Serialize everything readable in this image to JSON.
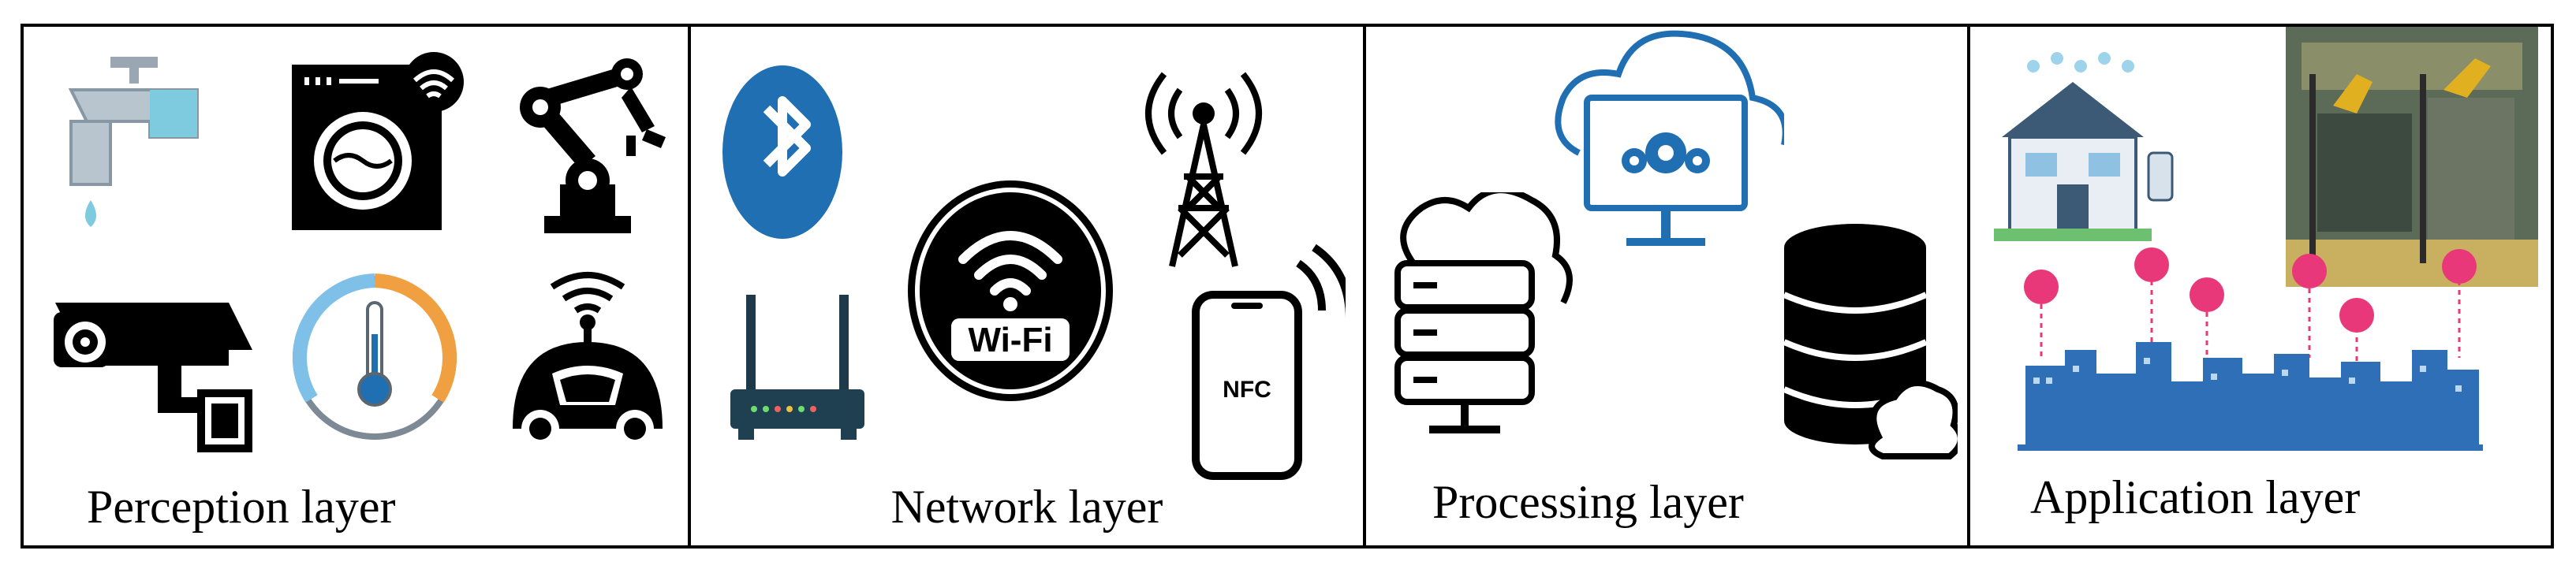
{
  "panels": [
    {
      "label": "Perception layer",
      "icons": [
        "faucet-icon",
        "washing-machine-icon",
        "robot-arm-icon",
        "security-camera-icon",
        "thermometer-gauge-icon",
        "autonomous-vehicle-icon"
      ]
    },
    {
      "label": "Network layer",
      "icons": [
        "bluetooth-icon",
        "cell-tower-icon",
        "wifi-icon",
        "router-icon",
        "nfc-phone-icon"
      ],
      "wifi_text": "Wi-Fi",
      "nfc_text": "NFC"
    },
    {
      "label": "Processing layer",
      "icons": [
        "cloud-monitor-icon",
        "cloud-server-icon",
        "database-cloud-icon"
      ]
    },
    {
      "label": "Application layer",
      "icons": [
        "smart-home-icon",
        "factory-photo",
        "smart-city-icon"
      ]
    }
  ],
  "colors": {
    "border": "#000000",
    "accent_blue": "#1f6fb2",
    "accent_pink": "#e8387a",
    "accent_orange": "#f0a040",
    "faucet_blue": "#7ecbe0"
  }
}
